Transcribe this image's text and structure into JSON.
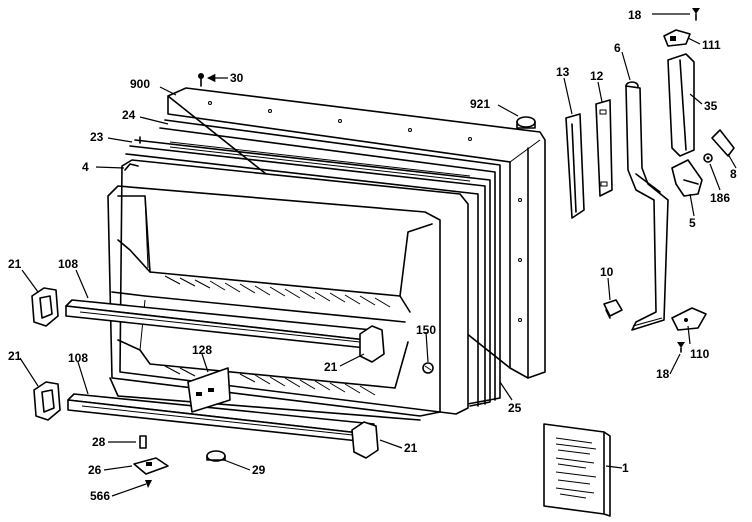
{
  "callouts": {
    "c900": "900",
    "c30": "30",
    "c24": "24",
    "c23": "23",
    "c4": "4",
    "c921": "921",
    "c13": "13",
    "c12": "12",
    "c6": "6",
    "c18a": "18",
    "c111": "111",
    "c35": "35",
    "c8": "8",
    "c186": "186",
    "c5": "5",
    "c10": "10",
    "c110": "110",
    "c18b": "18",
    "c21a": "21",
    "c108a": "108",
    "c21b": "21",
    "c108b": "108",
    "c128": "128",
    "c21c": "21",
    "c150": "150",
    "c25": "25",
    "c28": "28",
    "c21d": "21",
    "c26": "26",
    "c29": "29",
    "c566": "566",
    "c1": "1"
  }
}
